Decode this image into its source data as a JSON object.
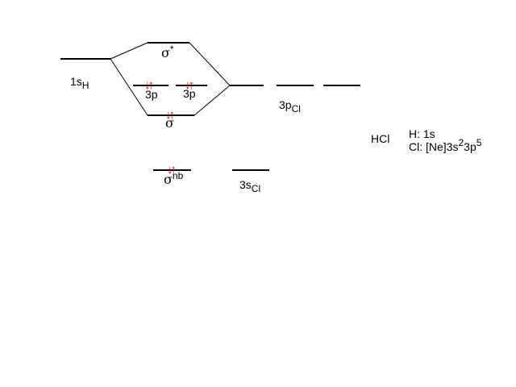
{
  "levels": {
    "h_1s": {
      "main": "1s",
      "sub": "H"
    },
    "cl_3p": {
      "main": "3p",
      "sub": "Cl"
    },
    "cl_3s": {
      "main": "3s",
      "sub": "Cl"
    },
    "p_left": "3p",
    "p_right": "3p",
    "sigma_star": {
      "main": "σ",
      "sup": "*"
    },
    "sigma": "σ",
    "sigma_nb": {
      "main": "σ",
      "sup": "nb"
    }
  },
  "electrons": {
    "pair": "↓↑",
    "color": "#ff0000"
  },
  "info": {
    "molecule": "HCl",
    "h_config": "H:  1s",
    "cl_prefix": "Cl: [Ne]3s",
    "cl_exp1": "2",
    "cl_mid": "3p",
    "cl_exp2": "5"
  },
  "colors": {
    "line": "#000000",
    "electron": "#ff0000"
  }
}
